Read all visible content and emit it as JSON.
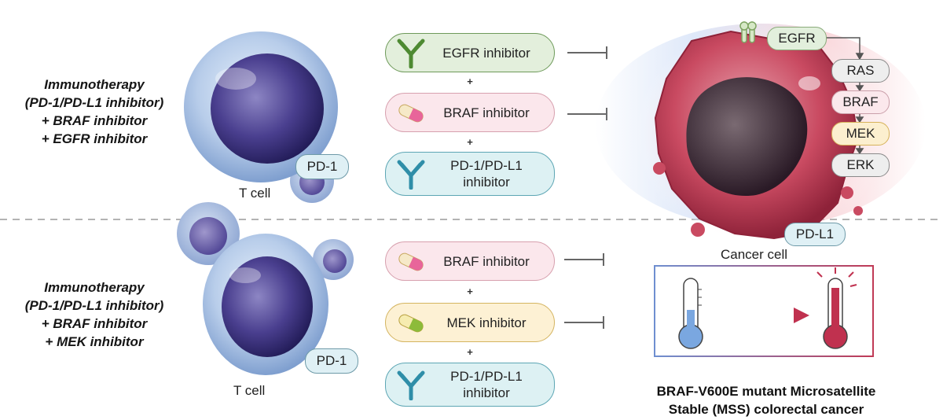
{
  "strategies": {
    "top": [
      "Immunotherapy",
      "(PD-1/PD-L1 inhibitor)",
      "+ BRAF inhibitor",
      "+ EGFR inhibitor"
    ],
    "bottom": [
      "Immunotherapy",
      "(PD-1/PD-L1 inhibitor)",
      "+ BRAF inhibitor",
      "+ MEK inhibitor"
    ]
  },
  "t_cell_label": "T cell",
  "pd1_label": "PD-1",
  "drugs_top": [
    {
      "label": "EGFR inhibitor",
      "icon": "antibody-icon",
      "color": "#6e9a5a"
    },
    {
      "label": "BRAF inhibitor",
      "icon": "capsule-icon",
      "color": "#d7a0ae"
    },
    {
      "label": "PD-1/PD-L1 inhibitor",
      "icon": "antibody-icon",
      "color": "#5da6b4"
    }
  ],
  "drugs_bottom": [
    {
      "label": "BRAF inhibitor",
      "icon": "capsule-icon",
      "color": "#d7a0ae"
    },
    {
      "label": "MEK inhibitor",
      "icon": "capsule-icon",
      "color": "#d4b460"
    },
    {
      "label": "PD-1/PD-L1 inhibitor",
      "icon": "antibody-icon",
      "color": "#5da6b4"
    }
  ],
  "plus": "+",
  "pathway": [
    "EGFR",
    "RAS",
    "BRAF",
    "MEK",
    "ERK"
  ],
  "pdl1_label": "PD-L1",
  "cancer_cell_label": "Cancer cell",
  "cancer_type": [
    "BRAF-V600E mutant Microsatellite",
    "Stable (MSS) colorectal cancer"
  ],
  "colors": {
    "cold": "#6f8fd0",
    "hot": "#c03a56",
    "cancer": "#b8324c",
    "t_cell": "#4a3f8f"
  }
}
